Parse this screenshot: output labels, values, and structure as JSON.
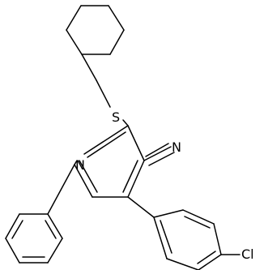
{
  "molecule": {
    "atoms": {
      "sulfur": "S",
      "nitrogen_ring": "N",
      "nitrile_n": "N",
      "chlorine": "Cl"
    }
  },
  "colors": {
    "bond": "#000000",
    "label": "#000000",
    "background": "#ffffff"
  }
}
